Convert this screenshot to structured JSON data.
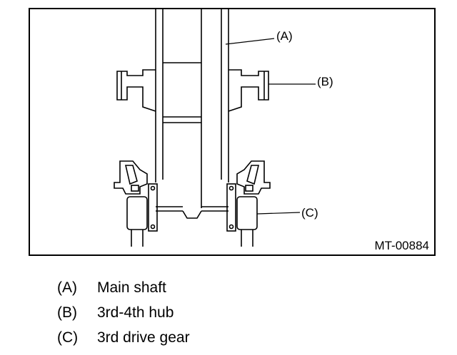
{
  "figure": {
    "figure_id": "MT-00884",
    "callouts": [
      {
        "key": "(A)"
      },
      {
        "key": "(B)"
      },
      {
        "key": "(C)"
      }
    ]
  },
  "legend": [
    {
      "key": "(A)",
      "text": "Main shaft"
    },
    {
      "key": "(B)",
      "text": "3rd-4th hub"
    },
    {
      "key": "(C)",
      "text": "3rd drive gear"
    }
  ]
}
